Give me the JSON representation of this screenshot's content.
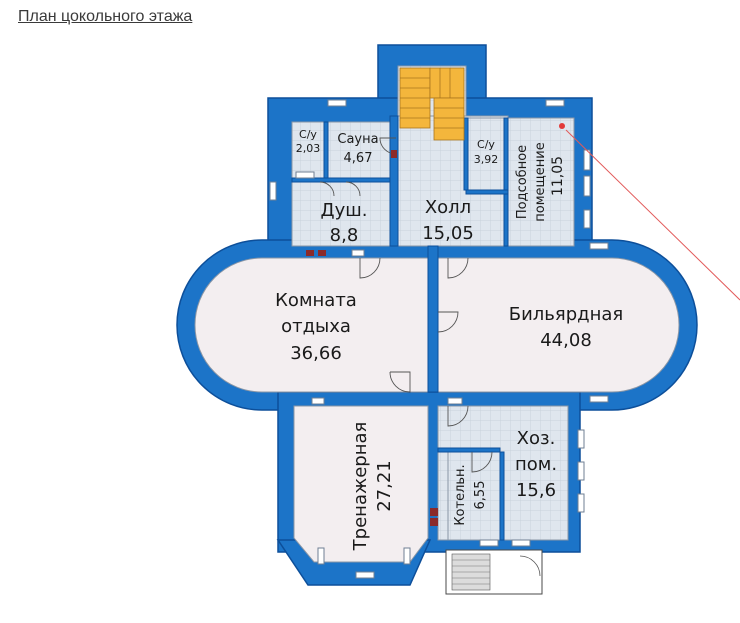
{
  "page": {
    "title": "План цокольного этажа"
  },
  "colors": {
    "wall": "#1c74c8",
    "wall_edge": "#0d4f9a",
    "floor_plain": "#f3eef0",
    "floor_tile": "#dfe6ee",
    "stairs": "#f4b63c",
    "door_accent": "#8b2a2a"
  },
  "rooms": [
    {
      "id": "su1",
      "name": "С/у",
      "area": "2,03"
    },
    {
      "id": "sauna",
      "name": "Сауна",
      "area": "4,67"
    },
    {
      "id": "su2",
      "name": "С/у",
      "area": "3,92"
    },
    {
      "id": "podsob",
      "name": "Подсобное помещение",
      "name_line1": "Подсобное",
      "name_line2": "помещение",
      "area": "11,05"
    },
    {
      "id": "dush",
      "name": "Душ.",
      "area": "8,8"
    },
    {
      "id": "holl",
      "name": "Холл",
      "area": "15,05"
    },
    {
      "id": "komnata",
      "name": "Комната отдыха",
      "name_line1": "Комната",
      "name_line2": "отдыха",
      "area": "36,66"
    },
    {
      "id": "bilyard",
      "name": "Бильярдная",
      "area": "44,08"
    },
    {
      "id": "trenaj",
      "name": "Тренажерная",
      "area": "27,21"
    },
    {
      "id": "hoz",
      "name": "Хоз. пом.",
      "name_line1": "Хоз.",
      "name_line2": "пом.",
      "area": "15,6"
    },
    {
      "id": "kotel",
      "name": "Котельн.",
      "area": "6,55"
    }
  ]
}
